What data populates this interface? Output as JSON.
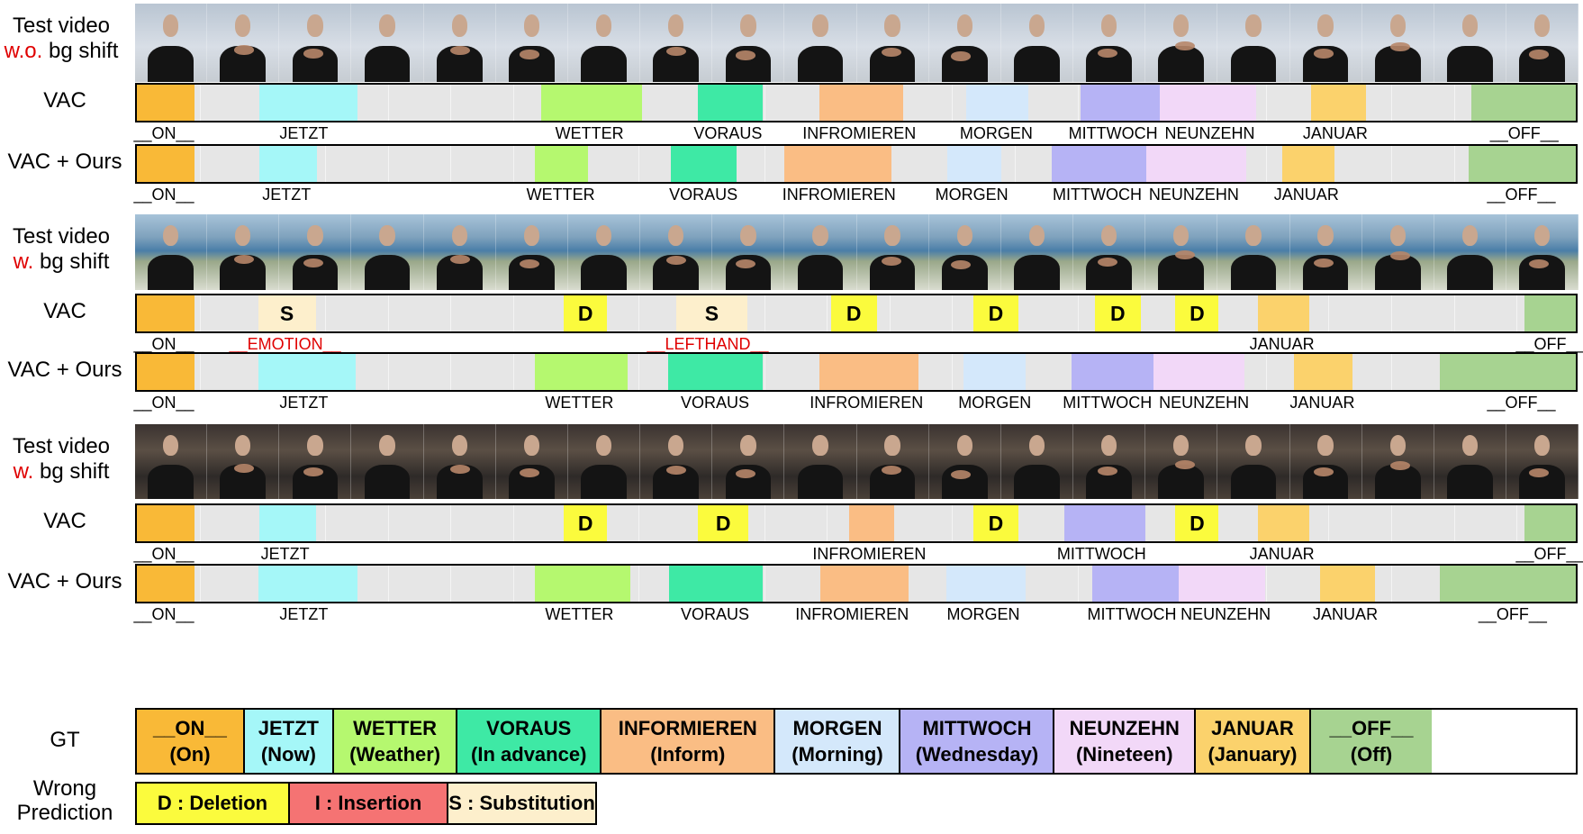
{
  "colors": {
    "ON": "#f9b937",
    "JETZT": "#a5f7f8",
    "WETTER": "#b5f86f",
    "VORAUS": "#3ee9a5",
    "INFORMIEREN": "#fabd84",
    "MORGEN": "#d4e8fb",
    "MITTWOCH": "#b6b3f5",
    "NEUNZEHN": "#f2d8f8",
    "JANUAR": "#fbd26c",
    "OFF": "#a7d391",
    "D": "#fbfb3d",
    "I": "#f57373",
    "S": "#fdefcc",
    "gray": "#e6e6e6"
  },
  "blocks": [
    {
      "video_label": {
        "line1": "Test video",
        "prefix": "w.o.",
        "suffix": " bg shift"
      },
      "strip_style": "studio",
      "rows": [
        {
          "label": "VAC",
          "segments": [
            {
              "t": "ON",
              "s": 0.0,
              "e": 0.04
            },
            {
              "t": "JETZT",
              "s": 0.085,
              "e": 0.153
            },
            {
              "t": "WETTER",
              "s": 0.28,
              "e": 0.35
            },
            {
              "t": "VORAUS",
              "s": 0.389,
              "e": 0.434
            },
            {
              "t": "INFORMIEREN",
              "s": 0.473,
              "e": 0.531
            },
            {
              "t": "MORGEN",
              "s": 0.575,
              "e": 0.618
            },
            {
              "t": "MITTWOCH",
              "s": 0.654,
              "e": 0.709
            },
            {
              "t": "NEUNZEHN",
              "s": 0.709,
              "e": 0.776
            },
            {
              "t": "JANUAR",
              "s": 0.814,
              "e": 0.852
            },
            {
              "t": "OFF",
              "s": 0.925,
              "e": 1.0
            }
          ],
          "labels": [
            {
              "text": "__ON__",
              "x": 0.02
            },
            {
              "text": "JETZT",
              "x": 0.117
            },
            {
              "text": "WETTER",
              "x": 0.315
            },
            {
              "text": "VORAUS",
              "x": 0.411
            },
            {
              "text": "INFROMIEREN",
              "x": 0.502
            },
            {
              "text": "MORGEN",
              "x": 0.597
            },
            {
              "text": "MITTWOCH",
              "x": 0.678
            },
            {
              "text": "NEUNZEHN",
              "x": 0.745
            },
            {
              "text": "JANUAR",
              "x": 0.832
            },
            {
              "text": "__OFF__",
              "x": 0.963
            }
          ]
        },
        {
          "label": "VAC + Ours",
          "segments": [
            {
              "t": "ON",
              "s": 0.0,
              "e": 0.04
            },
            {
              "t": "JETZT",
              "s": 0.085,
              "e": 0.125
            },
            {
              "t": "WETTER",
              "s": 0.276,
              "e": 0.313
            },
            {
              "t": "VORAUS",
              "s": 0.37,
              "e": 0.416
            },
            {
              "t": "INFORMIEREN",
              "s": 0.449,
              "e": 0.523
            },
            {
              "t": "MORGEN",
              "s": 0.562,
              "e": 0.599
            },
            {
              "t": "MITTWOCH",
              "s": 0.634,
              "e": 0.7
            },
            {
              "t": "NEUNZEHN",
              "s": 0.7,
              "e": 0.769
            },
            {
              "t": "JANUAR",
              "s": 0.794,
              "e": 0.83
            },
            {
              "t": "OFF",
              "s": 0.923,
              "e": 1.0
            }
          ],
          "labels": [
            {
              "text": "__ON__",
              "x": 0.02
            },
            {
              "text": "JETZT",
              "x": 0.105
            },
            {
              "text": "WETTER",
              "x": 0.295
            },
            {
              "text": "VORAUS",
              "x": 0.394
            },
            {
              "text": "INFROMIEREN",
              "x": 0.488
            },
            {
              "text": "MORGEN",
              "x": 0.58
            },
            {
              "text": "MITTWOCH",
              "x": 0.667
            },
            {
              "text": "NEUNZEHN",
              "x": 0.734
            },
            {
              "text": "JANUAR",
              "x": 0.812
            },
            {
              "text": "__OFF__",
              "x": 0.961
            }
          ]
        }
      ]
    },
    {
      "video_label": {
        "line1": "Test video",
        "prefix": "w.",
        "suffix": " bg shift"
      },
      "strip_style": "lake",
      "rows": [
        {
          "label": "VAC",
          "segments": [
            {
              "t": "ON",
              "s": 0.0,
              "e": 0.04
            },
            {
              "t": "S",
              "s": 0.084,
              "e": 0.124,
              "mark": "S"
            },
            {
              "t": "D",
              "s": 0.296,
              "e": 0.326,
              "mark": "D"
            },
            {
              "t": "S",
              "s": 0.374,
              "e": 0.423,
              "mark": "S"
            },
            {
              "t": "D",
              "s": 0.481,
              "e": 0.513,
              "mark": "D"
            },
            {
              "t": "D",
              "s": 0.58,
              "e": 0.611,
              "mark": "D"
            },
            {
              "t": "D",
              "s": 0.664,
              "e": 0.696,
              "mark": "D"
            },
            {
              "t": "D",
              "s": 0.72,
              "e": 0.75,
              "mark": "D"
            },
            {
              "t": "JANUAR",
              "s": 0.777,
              "e": 0.813
            },
            {
              "t": "OFF",
              "s": 0.962,
              "e": 1.0
            }
          ],
          "labels": [
            {
              "text": "__ON__",
              "x": 0.02
            },
            {
              "text": "__EMOTION__",
              "x": 0.104,
              "err": true
            },
            {
              "text": "__LEFTHAND__",
              "x": 0.397,
              "err": true
            },
            {
              "text": "JANUAR",
              "x": 0.795
            },
            {
              "text": "__OFF__",
              "x": 0.981
            }
          ]
        },
        {
          "label": "VAC + Ours",
          "segments": [
            {
              "t": "ON",
              "s": 0.0,
              "e": 0.04
            },
            {
              "t": "JETZT",
              "s": 0.084,
              "e": 0.152
            },
            {
              "t": "WETTER",
              "s": 0.276,
              "e": 0.34
            },
            {
              "t": "VORAUS",
              "s": 0.368,
              "e": 0.434
            },
            {
              "t": "INFORMIEREN",
              "s": 0.473,
              "e": 0.542
            },
            {
              "t": "MORGEN",
              "s": 0.573,
              "e": 0.616
            },
            {
              "t": "MITTWOCH",
              "s": 0.648,
              "e": 0.705
            },
            {
              "t": "NEUNZEHN",
              "s": 0.705,
              "e": 0.768
            },
            {
              "t": "JANUAR",
              "s": 0.802,
              "e": 0.843
            },
            {
              "t": "OFF",
              "s": 0.903,
              "e": 1.0
            }
          ],
          "labels": [
            {
              "text": "__ON__",
              "x": 0.02
            },
            {
              "text": "JETZT",
              "x": 0.117
            },
            {
              "text": "WETTER",
              "x": 0.308
            },
            {
              "text": "VORAUS",
              "x": 0.402
            },
            {
              "text": "INFROMIEREN",
              "x": 0.507
            },
            {
              "text": "MORGEN",
              "x": 0.596
            },
            {
              "text": "MITTWOCH",
              "x": 0.674
            },
            {
              "text": "NEUNZEHN",
              "x": 0.741
            },
            {
              "text": "JANUAR",
              "x": 0.823
            },
            {
              "text": "__OFF__",
              "x": 0.961
            }
          ]
        }
      ]
    },
    {
      "video_label": {
        "line1": "Test video",
        "prefix": "w.",
        "suffix": " bg shift"
      },
      "strip_style": "night",
      "rows": [
        {
          "label": "VAC",
          "segments": [
            {
              "t": "ON",
              "s": 0.0,
              "e": 0.04
            },
            {
              "t": "JETZT",
              "s": 0.085,
              "e": 0.124
            },
            {
              "t": "D",
              "s": 0.296,
              "e": 0.326,
              "mark": "D"
            },
            {
              "t": "D",
              "s": 0.389,
              "e": 0.424,
              "mark": "D"
            },
            {
              "t": "INFORMIEREN",
              "s": 0.494,
              "e": 0.525
            },
            {
              "t": "D",
              "s": 0.58,
              "e": 0.611,
              "mark": "D"
            },
            {
              "t": "MITTWOCH",
              "s": 0.643,
              "e": 0.699
            },
            {
              "t": "D",
              "s": 0.72,
              "e": 0.75,
              "mark": "D"
            },
            {
              "t": "JANUAR",
              "s": 0.777,
              "e": 0.813
            },
            {
              "t": "OFF",
              "s": 0.962,
              "e": 1.0
            }
          ],
          "labels": [
            {
              "text": "__ON__",
              "x": 0.02
            },
            {
              "text": "JETZT",
              "x": 0.104
            },
            {
              "text": "INFROMIEREN",
              "x": 0.509
            },
            {
              "text": "MITTWOCH",
              "x": 0.67
            },
            {
              "text": "JANUAR",
              "x": 0.795
            },
            {
              "text": "__OFF__",
              "x": 0.981
            }
          ]
        },
        {
          "label": "VAC + Ours",
          "segments": [
            {
              "t": "ON",
              "s": 0.0,
              "e": 0.04
            },
            {
              "t": "JETZT",
              "s": 0.084,
              "e": 0.153
            },
            {
              "t": "WETTER",
              "s": 0.276,
              "e": 0.342
            },
            {
              "t": "VORAUS",
              "s": 0.369,
              "e": 0.434
            },
            {
              "t": "INFORMIEREN",
              "s": 0.474,
              "e": 0.535
            },
            {
              "t": "MORGEN",
              "s": 0.561,
              "e": 0.616
            },
            {
              "t": "MITTWOCH",
              "s": 0.662,
              "e": 0.722
            },
            {
              "t": "NEUNZEHN",
              "s": 0.722,
              "e": 0.782
            },
            {
              "t": "JANUAR",
              "s": 0.82,
              "e": 0.858
            },
            {
              "t": "OFF",
              "s": 0.903,
              "e": 1.0
            }
          ],
          "labels": [
            {
              "text": "__ON__",
              "x": 0.02
            },
            {
              "text": "JETZT",
              "x": 0.117
            },
            {
              "text": "WETTER",
              "x": 0.308
            },
            {
              "text": "VORAUS",
              "x": 0.402
            },
            {
              "text": "INFROMIEREN",
              "x": 0.497
            },
            {
              "text": "MORGEN",
              "x": 0.588
            },
            {
              "text": "MITTWOCH",
              "x": 0.691
            },
            {
              "text": "NEUNZEHN",
              "x": 0.756
            },
            {
              "text": "JANUAR",
              "x": 0.839
            },
            {
              "text": "__OFF__",
              "x": 0.955
            }
          ]
        }
      ]
    }
  ],
  "gt": {
    "label": "GT",
    "cells": [
      {
        "t": "ON",
        "top": "__ON__",
        "bottom": "(On)",
        "w": 0.075
      },
      {
        "t": "JETZT",
        "top": "JETZT",
        "bottom": "(Now)",
        "w": 0.062
      },
      {
        "t": "WETTER",
        "top": "WETTER",
        "bottom": "(Weather)",
        "w": 0.086
      },
      {
        "t": "VORAUS",
        "top": "VORAUS",
        "bottom": "(In advance)",
        "w": 0.1
      },
      {
        "t": "INFORMIEREN",
        "top": "INFORMIEREN",
        "bottom": "(Inform)",
        "w": 0.121
      },
      {
        "t": "MORGEN",
        "top": "MORGEN",
        "bottom": "(Morning)",
        "w": 0.087
      },
      {
        "t": "MITTWOCH",
        "top": "MITTWOCH",
        "bottom": "(Wednesday)",
        "w": 0.107
      },
      {
        "t": "NEUNZEHN",
        "top": "NEUNZEHN",
        "bottom": "(Nineteen)",
        "w": 0.098
      },
      {
        "t": "JANUAR",
        "top": "JANUAR",
        "bottom": "(January)",
        "w": 0.08
      },
      {
        "t": "OFF",
        "top": "__OFF__",
        "bottom": "(Off)",
        "w": 0.084
      }
    ]
  },
  "legend": {
    "label_line1": "Wrong",
    "label_line2": "Prediction",
    "items": [
      {
        "t": "D",
        "text": "D : Deletion",
        "w": 170
      },
      {
        "t": "I",
        "text": "I : Insertion",
        "w": 176
      },
      {
        "t": "S",
        "text": "S : Substitution",
        "w": 163
      }
    ]
  }
}
